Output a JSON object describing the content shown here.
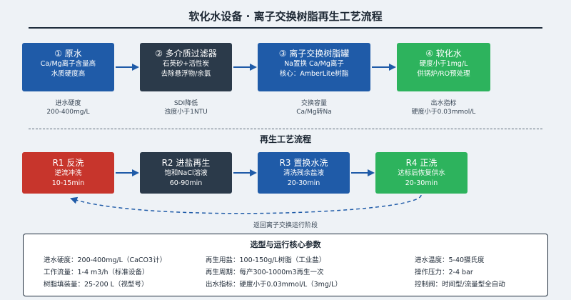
{
  "title": "软化水设备 · 离子交换树脂再生工艺流程",
  "process": [
    {
      "title": "① 原水",
      "lines": [
        "Ca/Mg离子含量高",
        "水质硬度高"
      ],
      "note": [
        "进水硬度",
        "200-400mg/L"
      ],
      "color": "#1f5ba8"
    },
    {
      "title": "② 多介质过滤器",
      "lines": [
        "石英砂+活性炭",
        "去除悬浮物/余氯"
      ],
      "note": [
        "SDI降低",
        "浊度小于1NTU"
      ],
      "color": "#2b3a4a"
    },
    {
      "title": "③ 离子交换树脂罐",
      "lines": [
        "Na置换 Ca/Mg离子",
        "核心：AmberLite树脂"
      ],
      "note": [
        "交换容量",
        "Ca/Mg转Na"
      ],
      "color": "#1f5ba8"
    },
    {
      "title": "④ 软化水",
      "lines": [
        "硬度小于1mg/L",
        "供锅炉/RO预处理"
      ],
      "note": [
        "出水指标",
        "硬度小于0.03mmol/L"
      ],
      "color": "#2db35d"
    }
  ],
  "regen_title": "再生工艺流程",
  "regen": [
    {
      "title": "R1 反洗",
      "lines": [
        "逆流冲洗",
        "10-15min"
      ],
      "color": "#c7352c"
    },
    {
      "title": "R2 进盐再生",
      "lines": [
        "饱和NaCl溶液",
        "60-90min"
      ],
      "color": "#2b3a4a"
    },
    {
      "title": "R3 置换水洗",
      "lines": [
        "清洗残余盐液",
        "20-30min"
      ],
      "color": "#1f5ba8"
    },
    {
      "title": "R4 正洗",
      "lines": [
        "达标后恢复供水",
        "20-30min"
      ],
      "color": "#2db35d"
    }
  ],
  "return_label": "返回离子交换运行阶段",
  "params": {
    "title": "选型与运行核心参数",
    "col1": [
      "进水硬度：200-400mg/L（CaCO3计）",
      "工作流量：1-4 m3/h（标准设备）",
      "树脂填装量：25-200 L（视型号）"
    ],
    "col2": [
      "再生用盐：100-150g/L树脂（工业盐）",
      "再生周期：每产300-1000m3再生一次",
      "出水指标：硬度小于0.03mmol/L（3mg/L）"
    ],
    "col3": [
      "进水温度：5-40摄氏度",
      "操作压力：2-4 bar",
      "控制阀：时间型/流量型全自动"
    ]
  }
}
